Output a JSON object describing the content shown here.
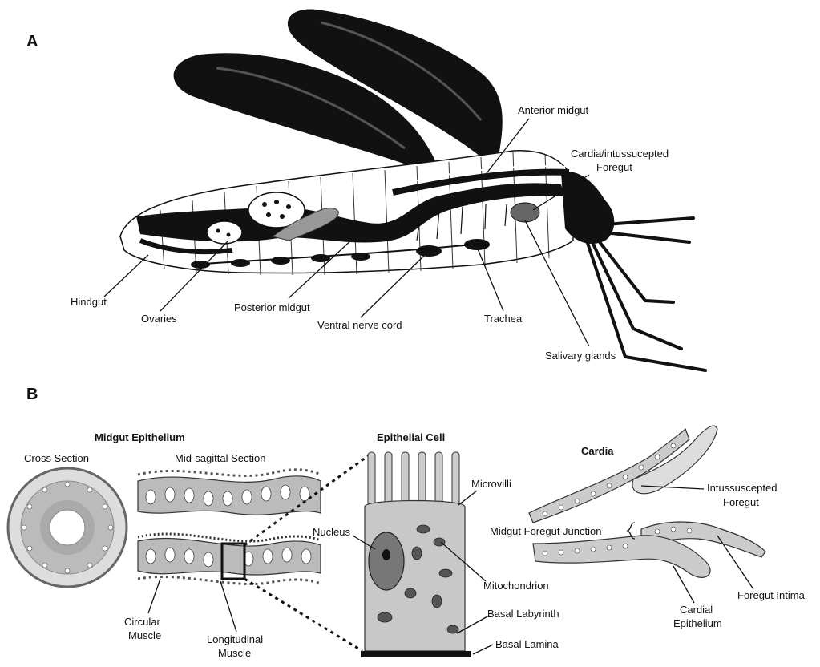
{
  "panels": {
    "a": "A",
    "b": "B"
  },
  "panel_a": {
    "labels": {
      "anterior_midgut": "Anterior midgut",
      "cardia_line1": "Cardia/intussucepted",
      "cardia_line2": "Foregut",
      "hindgut": "Hindgut",
      "ovaries": "Ovaries",
      "posterior_midgut": "Posterior midgut",
      "ventral_nerve_cord": "Ventral nerve cord",
      "trachea": "Trachea",
      "salivary_glands": "Salivary glands"
    }
  },
  "panel_b": {
    "midgut_epithelium_title": "Midgut Epithelium",
    "cross_section": "Cross Section",
    "mid_sagittal_section": "Mid-sagittal Section",
    "circular_muscle_line1": "Circular",
    "circular_muscle_line2": "Muscle",
    "longitudinal_muscle_line1": "Longitudinal",
    "longitudinal_muscle_line2": "Muscle",
    "epithelial_cell_title": "Epithelial Cell",
    "microvilli": "Microvilli",
    "nucleus": "Nucleus",
    "mitochondrion": "Mitochondrion",
    "basal_labyrinth": "Basal Labyrinth",
    "basal_lamina": "Basal Lamina",
    "cardia_title": "Cardia",
    "intussuscepted_line1": "Intussuscepted",
    "intussuscepted_line2": "Foregut",
    "midgut_foregut_junction": "Midgut Foregut Junction",
    "foregut_intima": "Foregut Intima",
    "cardial_epithelium_line1": "Cardial",
    "cardial_epithelium_line2": "Epithelium"
  }
}
